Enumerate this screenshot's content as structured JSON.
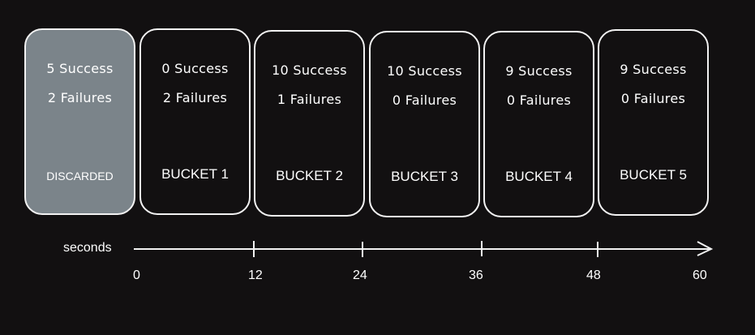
{
  "buckets": [
    {
      "success": "5 Success",
      "failures": "2 Failures",
      "label": "DISCARDED"
    },
    {
      "success": "0 Success",
      "failures": "2 Failures",
      "label": "BUCKET 1"
    },
    {
      "success": "10 Success",
      "failures": "1 Failures",
      "label": "BUCKET 2"
    },
    {
      "success": "10 Success",
      "failures": "0 Failures",
      "label": "BUCKET 3"
    },
    {
      "success": "9 Success",
      "failures": "0 Failures",
      "label": "BUCKET 4"
    },
    {
      "success": "9 Success",
      "failures": "0 Failures",
      "label": "BUCKET 5"
    }
  ],
  "axis": {
    "title": "seconds",
    "ticks": [
      "0",
      "12",
      "24",
      "36",
      "48",
      "60"
    ]
  },
  "colors": {
    "background": "#121011",
    "discarded_fill": "#7b848a",
    "stroke": "#f2f2f2"
  }
}
